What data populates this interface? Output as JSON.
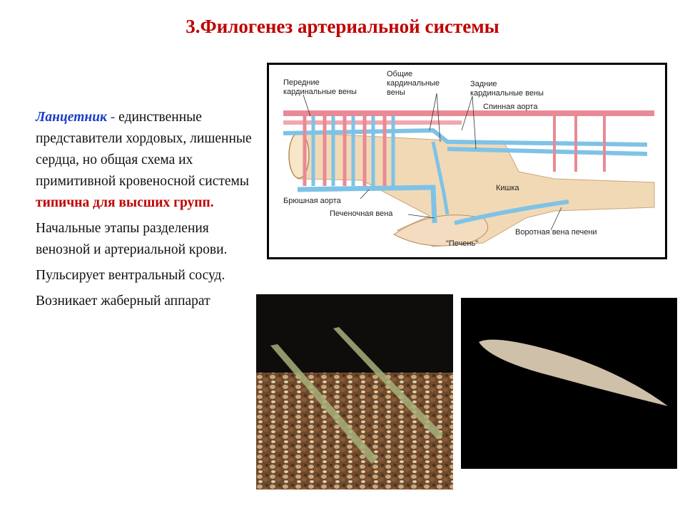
{
  "title": "3.Филогенез артериальной системы",
  "text": {
    "p1_lancelet": "Ланцетник",
    "p1_dash": " - ",
    "p1_body": "единственные представители хордовых, лишенные сердца, но общая схема их примитивной кровеносной системы ",
    "p1_red": "типична для высших групп.",
    "p2": "Начальные этапы разделения венозной и артериальной крови.",
    "p3": "Пульсирует вентральный сосуд.",
    "p4": "Возникает жаберный аппарат"
  },
  "diagram": {
    "label_front_1": "Передние",
    "label_front_2": "кардинальные вены",
    "label_common_1": "Общие",
    "label_common_2": "кардинальные",
    "label_common_3": "вены",
    "label_rear_1": "Задние",
    "label_rear_2": "кардинальные вены",
    "label_dorsal_aorta": "Спинная аорта",
    "label_intestine": "Кишка",
    "label_ventral_aorta": "Брюшная аорта",
    "label_hepatic_vein": "Печеночная вена",
    "label_portal_vein": "Воротная вена печени",
    "label_liver": "\"Печень\""
  },
  "colors": {
    "title": "#c00000",
    "lancelet": "#1a3cc7",
    "artery_red": "#e88a95",
    "vein_blue": "#7ec3e6",
    "gut": "#f2d9b6"
  }
}
